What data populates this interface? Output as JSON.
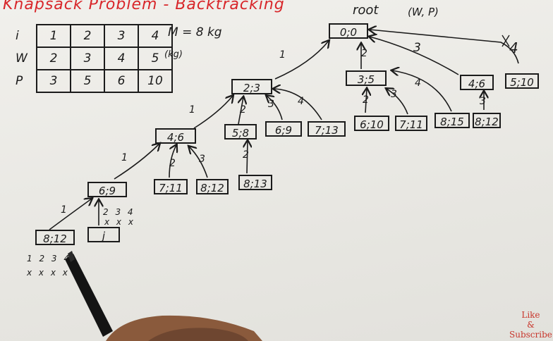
{
  "title": "Knapsack Problem - Backtracking",
  "root_label": "root",
  "pair_label": "(W, P)",
  "capacity_label": "M = 8 kg",
  "unit_label": "(kg)",
  "table": {
    "row_heads": [
      "i",
      "W",
      "P"
    ],
    "rows": [
      [
        "1",
        "2",
        "3",
        "4"
      ],
      [
        "2",
        "3",
        "4",
        "5"
      ],
      [
        "3",
        "5",
        "6",
        "10"
      ]
    ]
  },
  "nodes": [
    {
      "id": "root",
      "label": "0;0"
    },
    {
      "id": "n23",
      "label": "2;3"
    },
    {
      "id": "n35",
      "label": "3;5"
    },
    {
      "id": "n46a",
      "label": "4;6"
    },
    {
      "id": "n510",
      "label": "5;10"
    },
    {
      "id": "n46b",
      "label": "4;6"
    },
    {
      "id": "n58",
      "label": "5;8"
    },
    {
      "id": "n69a",
      "label": "6;9"
    },
    {
      "id": "n713a",
      "label": "7;13"
    },
    {
      "id": "n610",
      "label": "6;10"
    },
    {
      "id": "n711a",
      "label": "7;11"
    },
    {
      "id": "n815",
      "label": "8;15"
    },
    {
      "id": "n812a",
      "label": "8;12"
    },
    {
      "id": "n69b",
      "label": "6;9"
    },
    {
      "id": "n711b",
      "label": "7;11"
    },
    {
      "id": "n812b",
      "label": "8;12"
    },
    {
      "id": "n813",
      "label": "8;13"
    },
    {
      "id": "n812c",
      "label": "8;12"
    },
    {
      "id": "nj",
      "label": "j"
    }
  ],
  "edge_labels": [
    "1",
    "2",
    "3",
    "4",
    "1",
    "2",
    "3",
    "4",
    "2",
    "3",
    "4",
    "3",
    "1",
    "2",
    "3",
    "2",
    "1"
  ],
  "notes": {
    "cross_right": "2 3 4",
    "cross_right_marks": "x x x",
    "bottom_nums": "1 2 3 4",
    "bottom_marks": "x x x x"
  },
  "watermark": {
    "line1": "Like",
    "line2": "&",
    "line3": "Subscribe"
  },
  "colors": {
    "title": "#d8262a",
    "ink": "#1b1b1b",
    "watermark": "#c8362c"
  }
}
